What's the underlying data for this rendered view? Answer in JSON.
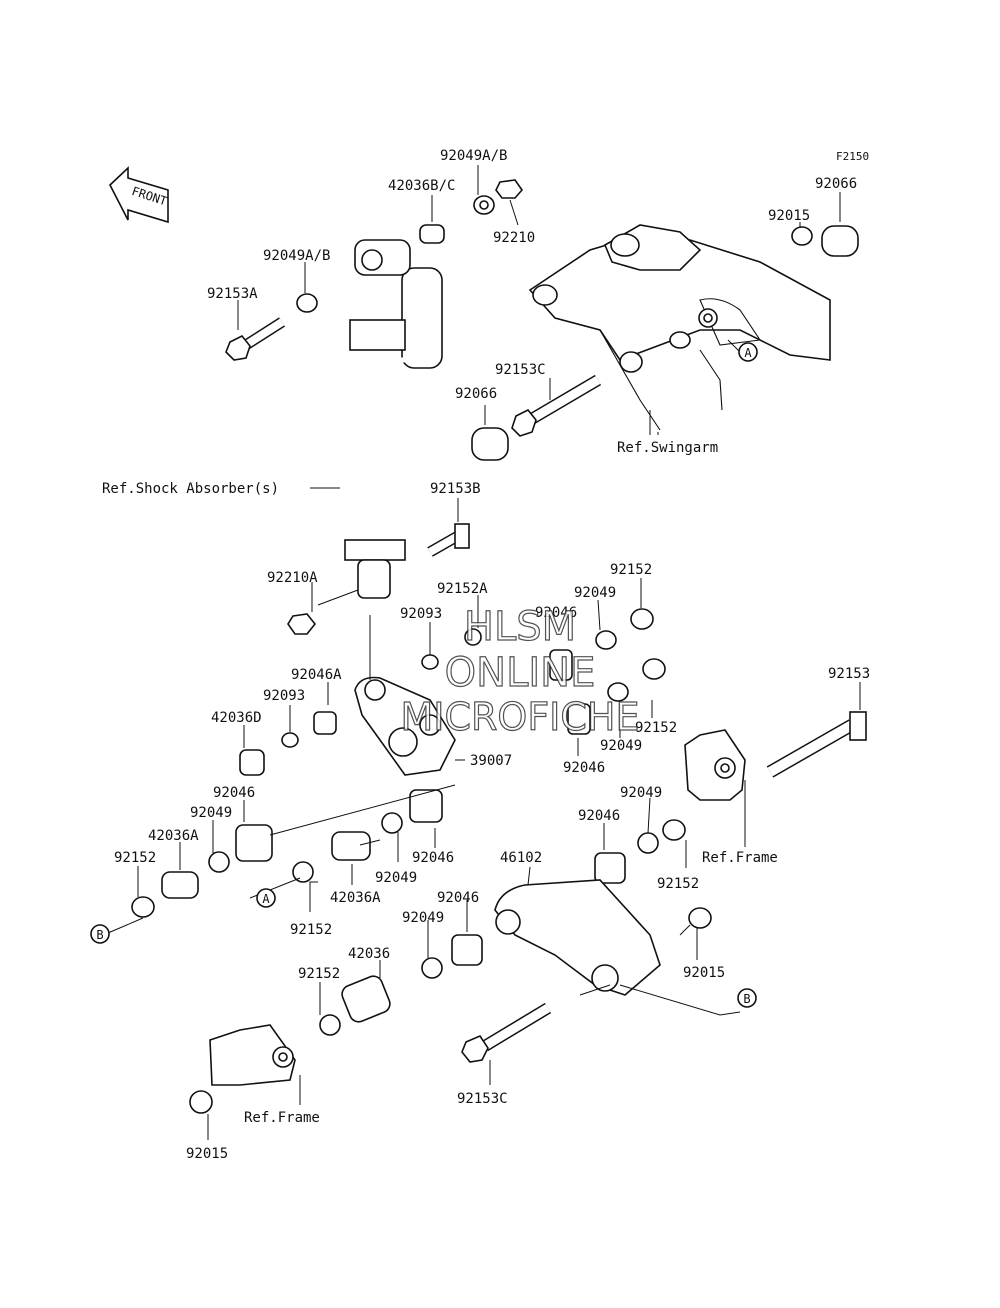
{
  "figure_code": "F2150",
  "front_label": "FRONT",
  "watermark": {
    "line1": "HLSM",
    "line2": "ONLINE",
    "line3": "MICROFICHE"
  },
  "callouts": {
    "a": "A",
    "b": "B"
  },
  "refs": {
    "swingarm": "Ref.Swingarm",
    "shock": "Ref.Shock Absorber(s)",
    "frame_right": "Ref.Frame",
    "frame_left": "Ref.Frame"
  },
  "labels": {
    "p92049ab_top": "92049A/B",
    "p42036bc": "42036B/C",
    "p92210": "92210",
    "p92066_top": "92066",
    "p92015_top": "92015",
    "p92049ab_left": "92049A/B",
    "p92153a": "92153A",
    "p92153c_top": "92153C",
    "p92066_mid": "92066",
    "p92153b": "92153B",
    "p92210a": "92210A",
    "p92152a": "92152A",
    "p92152_r1": "92152",
    "p92093_a": "92093",
    "p92046_a": "92046",
    "p92049_a": "92049",
    "p92046a": "92046A",
    "p92093_b": "92093",
    "p92152_r2": "92152",
    "p42036d": "42036D",
    "p92049_b": "92049",
    "p92046_b": "92046",
    "p92153": "92153",
    "p39007": "39007",
    "p92046_c": "92046",
    "p92049_c": "92049",
    "p92049_d": "92049",
    "p42036a_l": "42036A",
    "p92046_d": "92046",
    "p92046_e": "92046",
    "p92152_l": "92152",
    "p92049_e": "92049",
    "p42036a_m": "42036A",
    "p46102": "46102",
    "p92152_r3": "92152",
    "p92152_m": "92152",
    "p92046_f": "92046",
    "p92049_f": "92049",
    "p42036": "42036",
    "p92015_r": "92015",
    "p92152_bl": "92152",
    "p92153c_bot": "92153C",
    "p92015_bl": "92015"
  }
}
